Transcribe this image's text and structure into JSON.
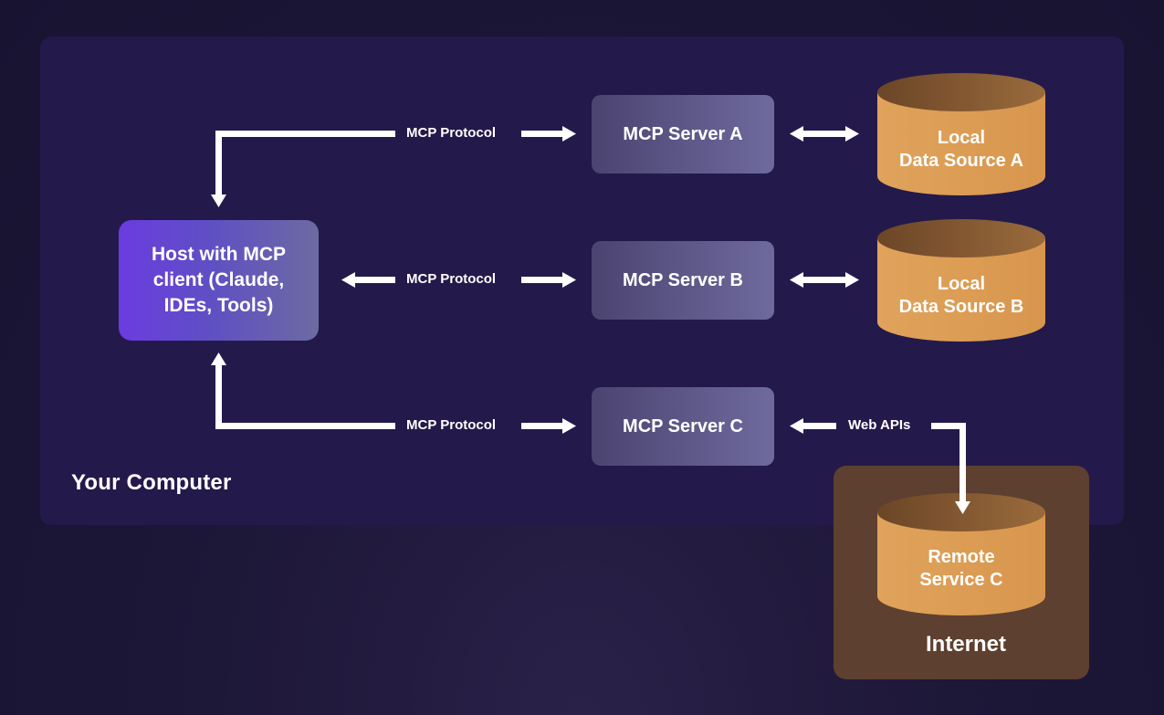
{
  "regions": {
    "computer_label": "Your Computer",
    "internet_label": "Internet"
  },
  "host": {
    "label": "Host with MCP client (Claude, IDEs, Tools)"
  },
  "servers": [
    {
      "label": "MCP Server A"
    },
    {
      "label": "MCP Server B"
    },
    {
      "label": "MCP Server C"
    }
  ],
  "data_sources": [
    {
      "line1": "Local",
      "line2": "Data Source A"
    },
    {
      "line1": "Local",
      "line2": "Data Source B"
    }
  ],
  "remote_service": {
    "line1": "Remote",
    "line2": "Service C"
  },
  "edges": {
    "protocol_a": "MCP Protocol",
    "protocol_b": "MCP Protocol",
    "protocol_c": "MCP Protocol",
    "web_apis": "Web APIs"
  },
  "colors": {
    "background": "#1b1535",
    "panel": "#231a4b",
    "internet_panel": "#5d4030",
    "host_purple": "#6b3ce0",
    "server_gray": "#6f6a9d",
    "cylinder_orange": "#dfa05a",
    "arrow": "#ffffff"
  }
}
